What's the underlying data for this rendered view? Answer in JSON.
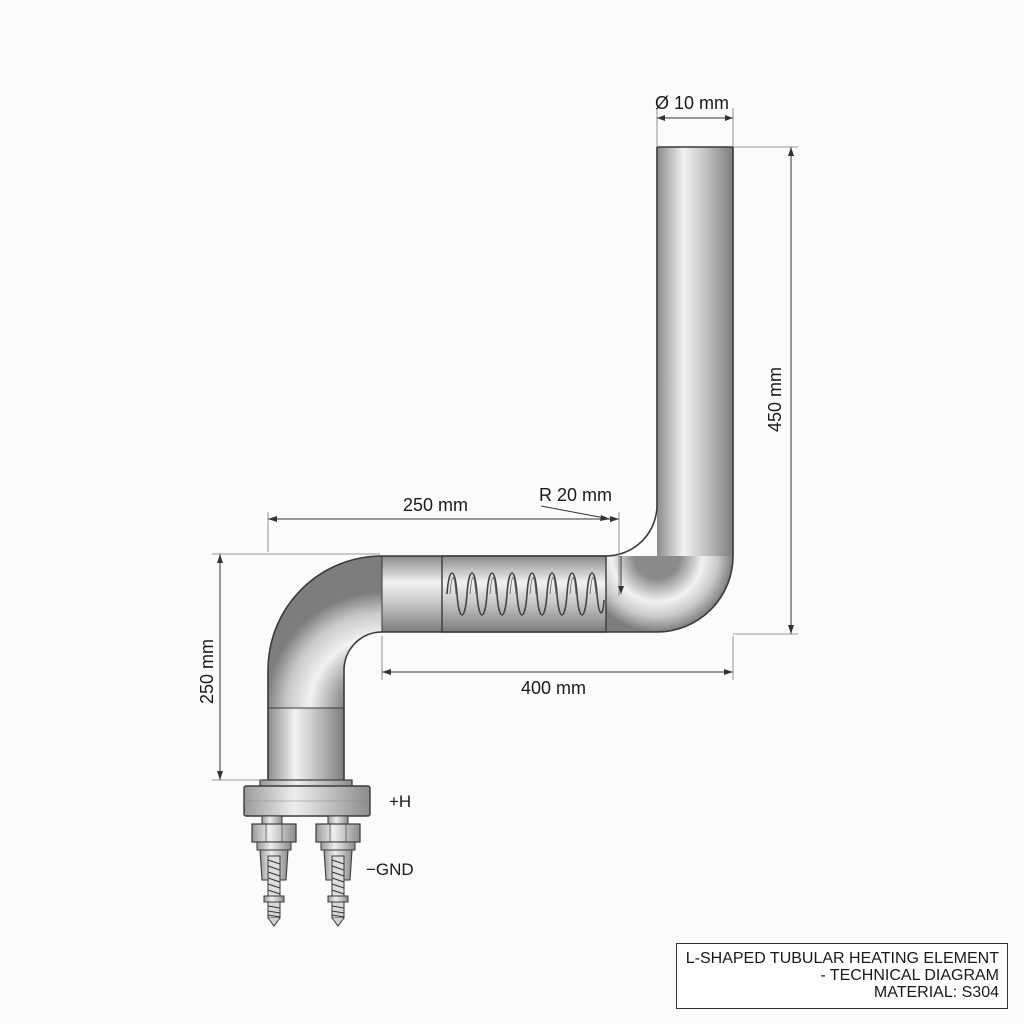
{
  "dimensions": {
    "diameter": "Ø 10 mm",
    "height_right": "450 mm",
    "radius": "R 20 mm",
    "top_horizontal": "250 mm",
    "bottom_horizontal": "400 mm",
    "left_vertical": "250 mm"
  },
  "terminals": {
    "positive": "+H",
    "ground": "−GND"
  },
  "title_block": {
    "line1": "L-SHAPED TUBULAR HEATING ELEMENT",
    "line2": "- TECHNICAL DIAGRAM",
    "line3": "MATERIAL: S304"
  },
  "colors": {
    "tube_light": "#f2f2f2",
    "tube_mid": "#c4c4c4",
    "tube_dark": "#8a8a8a",
    "outline": "#3a3a3a"
  }
}
